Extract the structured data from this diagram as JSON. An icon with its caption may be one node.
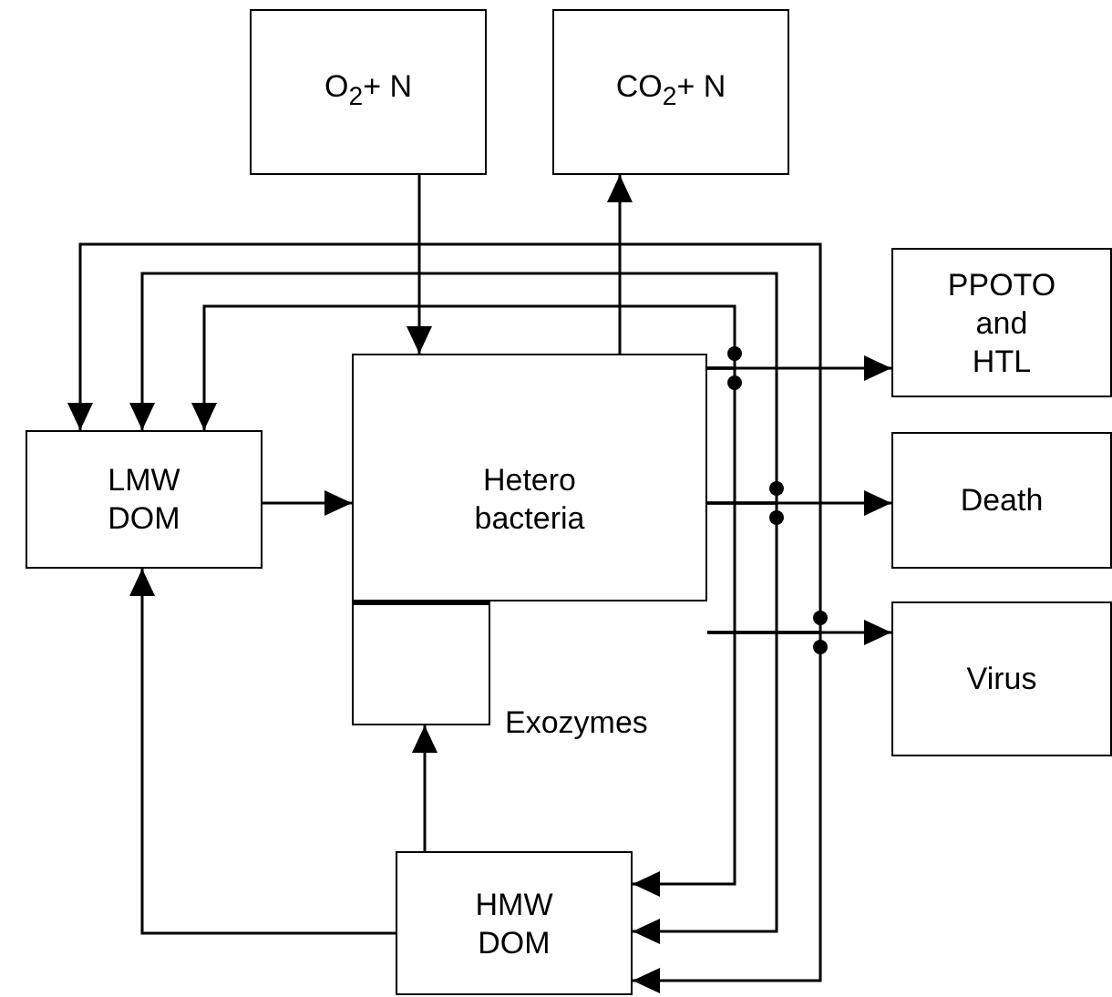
{
  "diagram": {
    "nodes": [
      {
        "text": [
          "O$_{2}$+ N"
        ]
      },
      {
        "text": [
          "CO$_{2}$+ N"
        ]
      },
      {
        "text": [
          "PPOTO and HTL"
        ]
      },
      {
        "text": [
          "LMW DOM"
        ]
      },
      {
        "text": [
          "Hetero bacteria"
        ]
      },
      {
        "text": [
          "Death"
        ]
      },
      {
        "text": [
          "Virus"
        ]
      },
      {
        "text": [],
        "shape": "box",
        "beside": [
          "Exozymes"
        ]
      },
      {
        "text": [
          "HMW DOM"
        ]
      }
    ],
    "edges": [
      {
        "from": 0,
        "to": 4,
        "arrow": "to"
      },
      {
        "from": 4,
        "to": 1,
        "arrow": "to"
      },
      {
        "from": 3,
        "to": 4,
        "arrow": "to"
      },
      {
        "from": 4,
        "to": 2,
        "arrow": "to"
      },
      {
        "from": 4,
        "to": 3,
        "arrow": "to"
      },
      {
        "from": 4,
        "to": 8,
        "arrow": "to"
      },
      {
        "from": 4,
        "to": 5,
        "arrow": "to"
      },
      {
        "from": 4,
        "to": 3,
        "arrow": "to"
      },
      {
        "from": 4,
        "to": 8,
        "arrow": "to"
      },
      {
        "from": 4,
        "to": 6,
        "arrow": "to"
      },
      {
        "from": 4,
        "to": 3,
        "arrow": "to"
      },
      {
        "from": 4,
        "to": 8,
        "arrow": "to"
      },
      {
        "from": 8,
        "to": 7,
        "arrow": "to"
      },
      {
        "from": 8,
        "to": 3,
        "arrow": "to"
      }
    ]
  }
}
